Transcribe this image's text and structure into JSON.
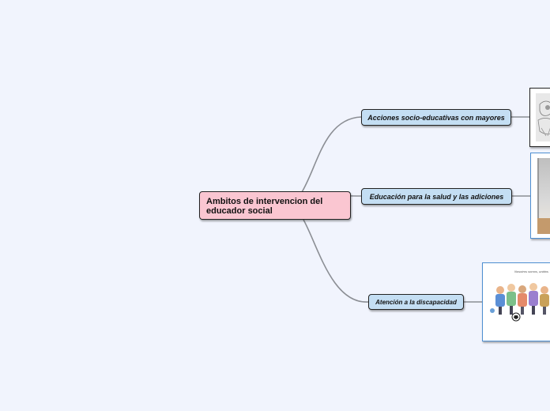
{
  "central_topic": {
    "label": "Ambitos de intervencion del educador social"
  },
  "branches": [
    {
      "label": "Acciones socio-educativas con mayores"
    },
    {
      "label": "Educación para la salud y las adiciones"
    },
    {
      "label": "Atención a la discapacidad"
    }
  ],
  "colors": {
    "background": "#f1f4fd",
    "central_fill": "#fac6d1",
    "branch_fill": "#c4def3",
    "connector": "#8b8e94",
    "image_border_accent": "#4d8ed1"
  },
  "images": [
    {
      "icon": "elderly-sketch-thumbnail-icon"
    },
    {
      "icon": "health-photo-thumbnail-icon"
    },
    {
      "icon": "children-group-illustration-icon",
      "caption": "Nosotros somos, unidos"
    }
  ]
}
